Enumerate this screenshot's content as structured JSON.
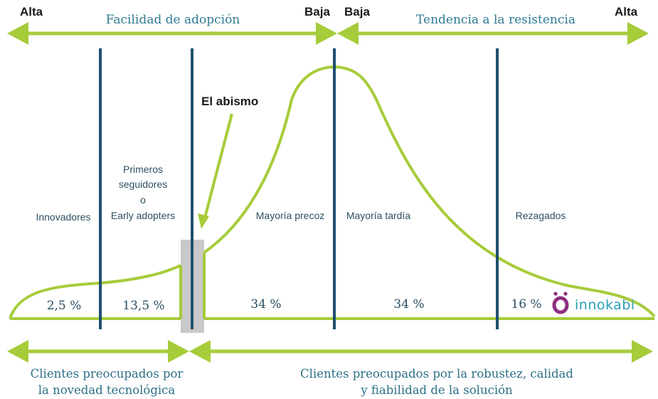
{
  "top_arrows": {
    "left_end_label": "Alta",
    "left_title": "Facilidad de adopción",
    "left_mid_label": "Baja",
    "right_mid_label": "Baja",
    "right_title": "Tendencia a la resistencia",
    "right_end_label": "Alta"
  },
  "chasm_label": "El abismo",
  "segments": [
    {
      "name": "Innovadores",
      "percent": "2,5 %"
    },
    {
      "name_lines": [
        "Primeros",
        "seguidores",
        "o",
        "Early adopters"
      ],
      "percent": "13,5 %"
    },
    {
      "name": "Mayoría precoz",
      "percent": "34 %"
    },
    {
      "name": "Mayoría tardía",
      "percent": "34 %"
    },
    {
      "name": "Rezagados",
      "percent": "16 %"
    }
  ],
  "bottom_arrows": {
    "left_text_lines": [
      "Clientes preocupados por",
      "la novedad  tecnológica"
    ],
    "right_text_lines": [
      "Clientes preocupados por la robustez, calidad",
      "y fiabilidad de la solución"
    ]
  },
  "logo": {
    "text": "innokabi"
  },
  "colors": {
    "curve_green": "#a6cc3a",
    "divider_navy": "#1f4f6e",
    "chasm_gray": "#c9c9c9",
    "logo_purple": "#8d2f80",
    "logo_teal": "#2a9fb3"
  }
}
